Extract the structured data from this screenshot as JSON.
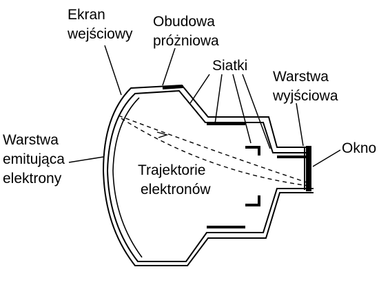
{
  "diagram": {
    "labels": {
      "input_screen": [
        "Ekran",
        "wejściowy"
      ],
      "vacuum_housing": [
        "Obudowa",
        "próżniowa"
      ],
      "grids": [
        "Siatki"
      ],
      "output_layer": [
        "Warstwa",
        "wyjściowa"
      ],
      "emitting_layer": [
        "Warstwa",
        "emitująca",
        "elektrony"
      ],
      "trajectories": [
        "Trajektorie",
        "elektronów"
      ],
      "window": [
        "Okno"
      ]
    },
    "colors": {
      "line": "#000000",
      "background": "#ffffff"
    }
  }
}
